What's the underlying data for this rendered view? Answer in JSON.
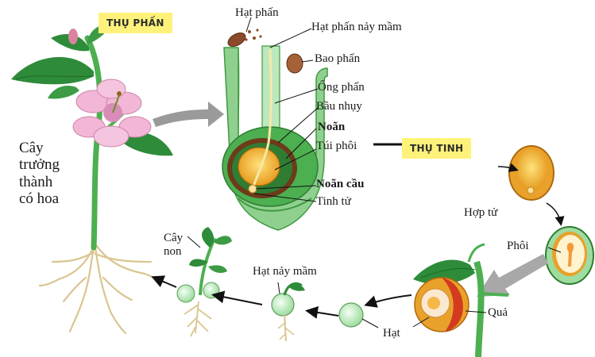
{
  "stages": {
    "pollination": "THỤ PHẤN",
    "fertilization": "THỤ TINH"
  },
  "labels": {
    "mature_plant": [
      "Cây",
      "trưởng",
      "thành",
      "có hoa"
    ],
    "pollen": "Hạt phấn",
    "pollen_germinating": "Hạt phấn nảy mầm",
    "anther": "Bao phấn",
    "pollen_tube": "Ống phấn",
    "ovary": "Bầu nhụy",
    "ovule": "Noãn",
    "embryo_sac": "Túi phôi",
    "egg_cell": "Noãn cầu",
    "sperm": "Tinh tử",
    "zygote": "Hợp tử",
    "embryo": "Phôi",
    "fruit": "Quả",
    "seed": "Hạt",
    "germinating_seed": "Hạt nảy mầm",
    "seedling": [
      "Cây",
      "non"
    ]
  },
  "colors": {
    "stem_green": "#4caf50",
    "leaf_green": "#2e8b3a",
    "petal_pink": "#f2b6d6",
    "ovule_orange": "#e8a12a",
    "label_yellow": "#fff27a",
    "arrow_grey": "#9a9a9a",
    "root_tan": "#d9c58f"
  }
}
